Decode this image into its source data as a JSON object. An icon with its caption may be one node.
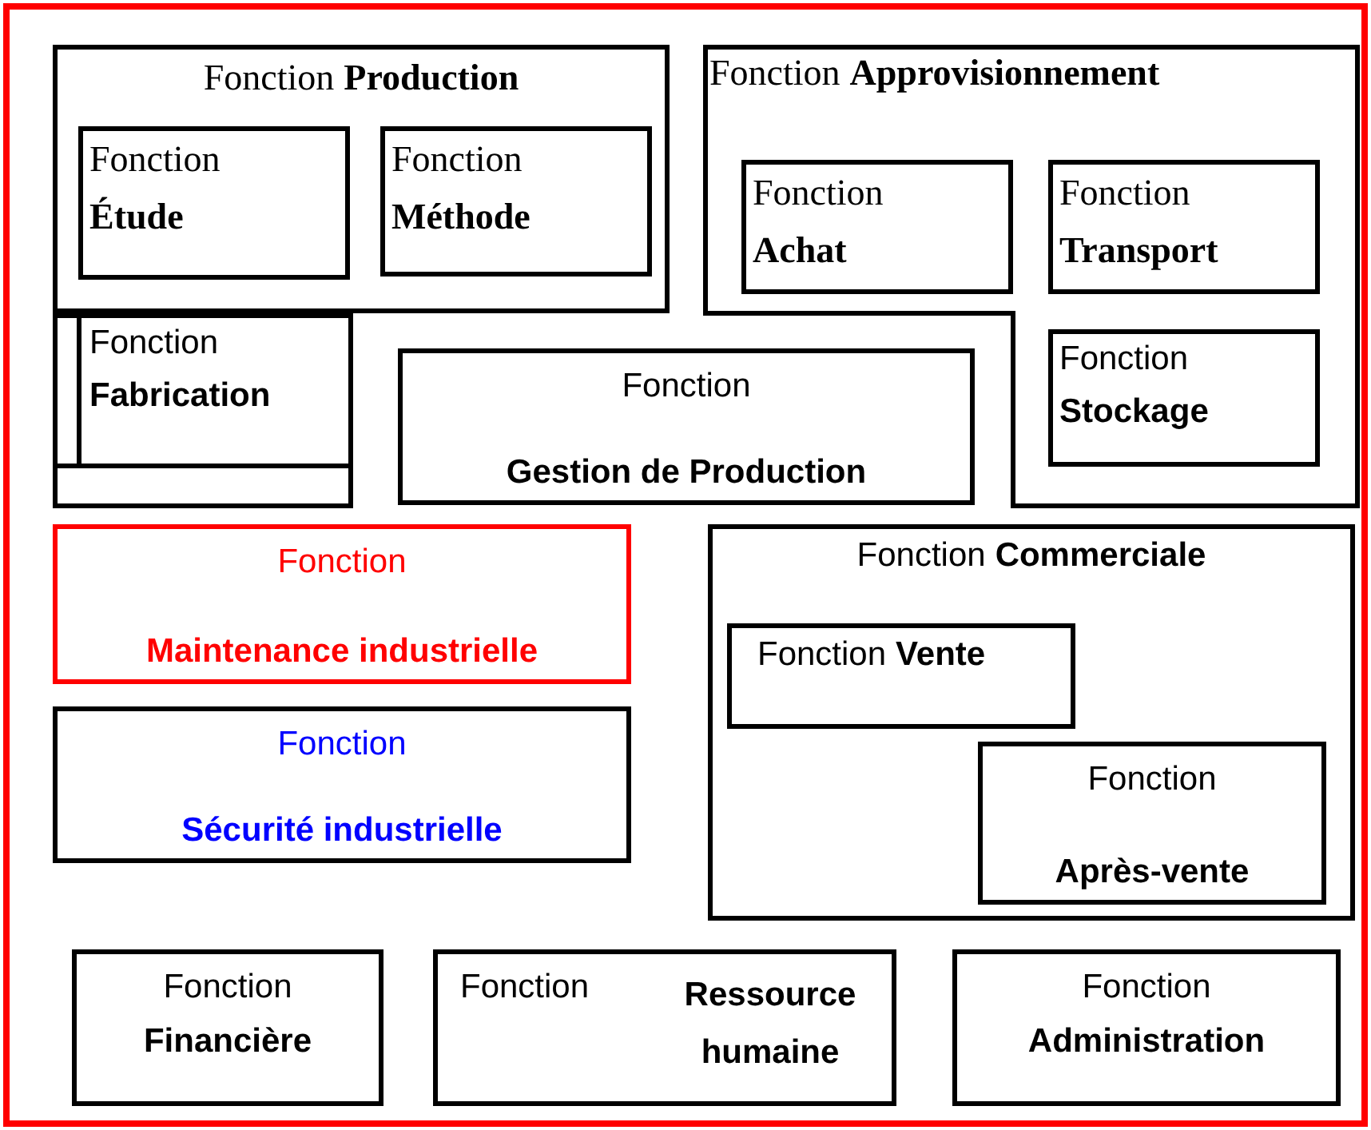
{
  "diagram": {
    "nodes": [
      {
        "text": [
          "Fonction",
          "Production"
        ]
      },
      {
        "text": [
          "Fonction",
          "Étude"
        ],
        "in": 0
      },
      {
        "text": [
          "Fonction",
          "Méthode"
        ],
        "in": 0
      },
      {
        "text": [
          "Fonction",
          "Fabrication"
        ]
      },
      {
        "text": [
          "Fonction",
          "Gestion de Production"
        ]
      },
      {
        "text": [
          "Fonction",
          "Approvisionnement"
        ]
      },
      {
        "text": [
          "Fonction",
          "Achat"
        ],
        "in": 5
      },
      {
        "text": [
          "Fonction",
          "Transport"
        ],
        "in": 5
      },
      {
        "text": [
          "Fonction",
          "Stockage"
        ],
        "in": 5
      },
      {
        "text": [
          "Fonction",
          "Maintenance industrielle"
        ]
      },
      {
        "text": [
          "Fonction",
          "Sécurité industrielle"
        ]
      },
      {
        "text": [
          "Fonction",
          "Commerciale"
        ]
      },
      {
        "text": [
          "Fonction",
          "Vente"
        ],
        "in": 11
      },
      {
        "text": [
          "Fonction",
          "Après-vente"
        ],
        "in": 11
      },
      {
        "text": [
          "Fonction",
          "Financière"
        ]
      },
      {
        "text": [
          "Fonction",
          "Ressource humaine"
        ]
      },
      {
        "text": [
          "Fonction",
          "Administration"
        ]
      }
    ]
  }
}
